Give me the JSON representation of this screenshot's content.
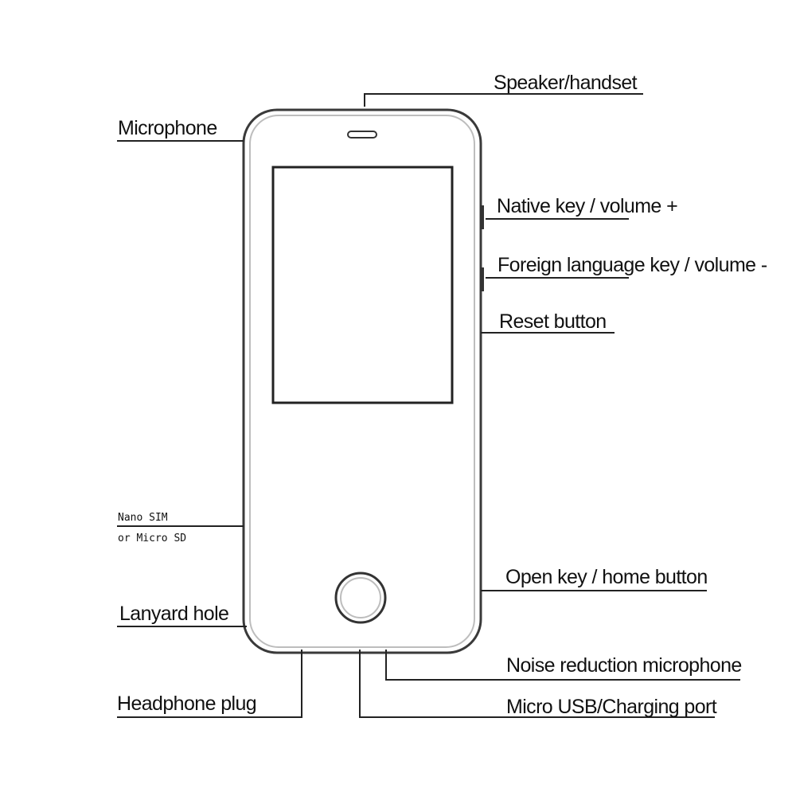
{
  "labels": {
    "speaker": "Speaker/handset",
    "microphone": "Microphone",
    "native_key": "Native key / volume +",
    "foreign_key": "Foreign language key / volume -",
    "reset": "Reset button",
    "sim_line1": "Nano SIM",
    "sim_line2": "or Micro SD",
    "open_key": "Open key / home button",
    "lanyard": "Lanyard hole",
    "noise_mic": "Noise reduction microphone",
    "headphone": "Headphone plug",
    "usb": "Micro USB/Charging port"
  }
}
